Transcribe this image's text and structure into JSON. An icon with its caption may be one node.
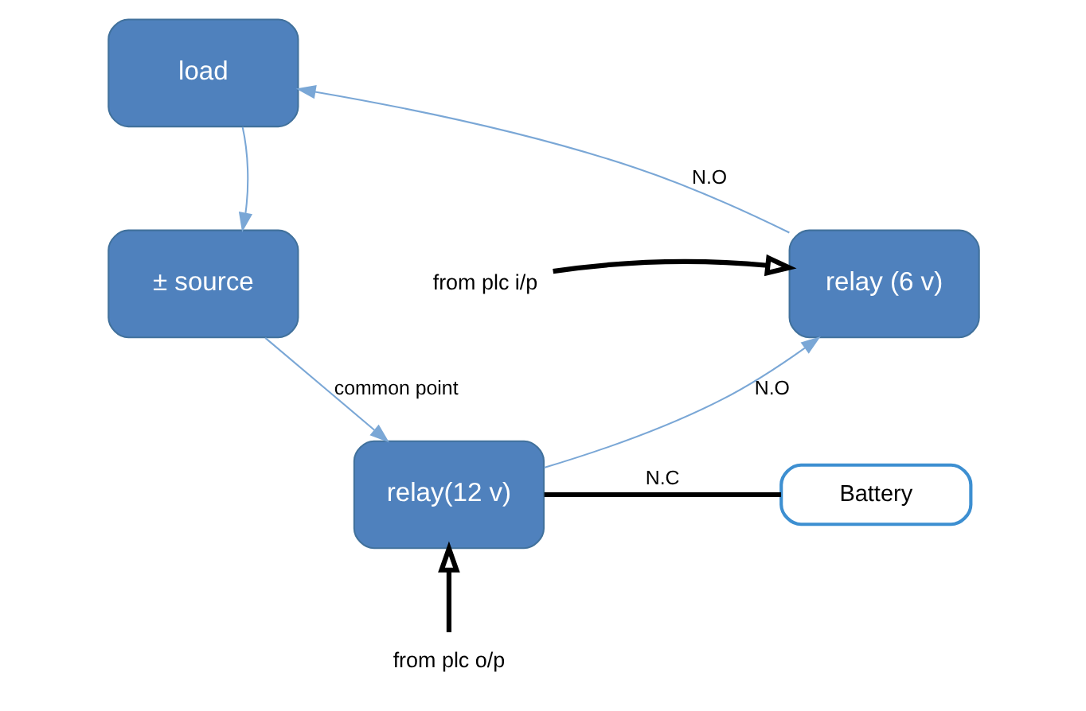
{
  "diagram": {
    "nodes": [
      {
        "text": [
          "load"
        ]
      },
      {
        "text": [
          "± source"
        ]
      },
      {
        "text": [
          "relay(12 v)"
        ]
      },
      {
        "text": [
          "relay (6 v)"
        ]
      },
      {
        "text": [
          "Battery"
        ]
      },
      {
        "text": [
          "from plc i/p"
        ]
      },
      {
        "text": [
          "from plc o/p"
        ]
      }
    ],
    "edges": [
      {
        "from": 3,
        "to": 0,
        "arrow": "to",
        "label": "N.O"
      },
      {
        "from": 0,
        "to": 1,
        "arrow": "to"
      },
      {
        "from": 1,
        "to": 2,
        "arrow": "to",
        "label": "common point"
      },
      {
        "from": 2,
        "to": 3,
        "arrow": "to",
        "label": "N.O"
      },
      {
        "from": 2,
        "to": 4,
        "arrow": "none",
        "label": "N.C",
        "style": "thick",
        "color": "#000000"
      },
      {
        "from": 5,
        "to": 3,
        "arrow": "to",
        "style": "thick",
        "color": "#000000"
      },
      {
        "from": 6,
        "to": 2,
        "arrow": "to",
        "style": "thick",
        "color": "#000000"
      }
    ]
  }
}
